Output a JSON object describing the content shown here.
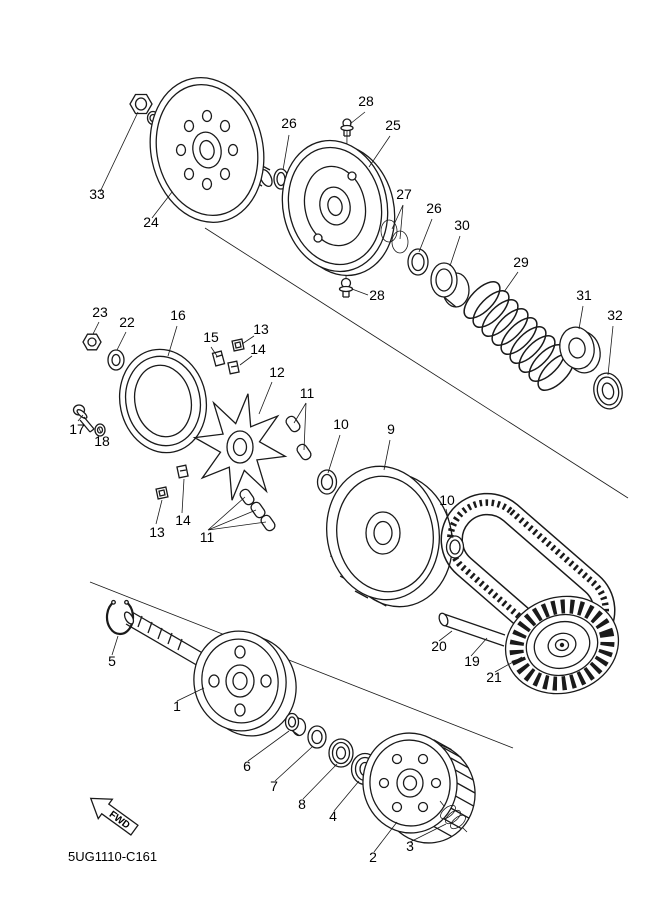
{
  "diagram": {
    "code": "5UG1110-C161",
    "fwd": "FWD",
    "line_color": "#1a1a1a",
    "background_color": "#ffffff"
  },
  "callouts": {
    "c33": "33",
    "c24": "24",
    "c26a": "26",
    "c28a": "28",
    "c25": "25",
    "c27": "27",
    "c26b": "26",
    "c30": "30",
    "c29": "29",
    "c31": "31",
    "c32": "32",
    "c28b": "28",
    "c23": "23",
    "c22": "22",
    "c16": "16",
    "c15": "15",
    "c13a": "13",
    "c14a": "14",
    "c12": "12",
    "c11a": "11",
    "c10a": "10",
    "c9": "9",
    "c17": "17",
    "c18": "18",
    "c13b": "13",
    "c14b": "14",
    "c11b": "11",
    "c10b": "10",
    "c19": "19",
    "c20": "20",
    "c21": "21",
    "c5": "5",
    "c1": "1",
    "c6": "6",
    "c7": "7",
    "c8": "8",
    "c4": "4",
    "c2": "2",
    "c3": "3"
  }
}
